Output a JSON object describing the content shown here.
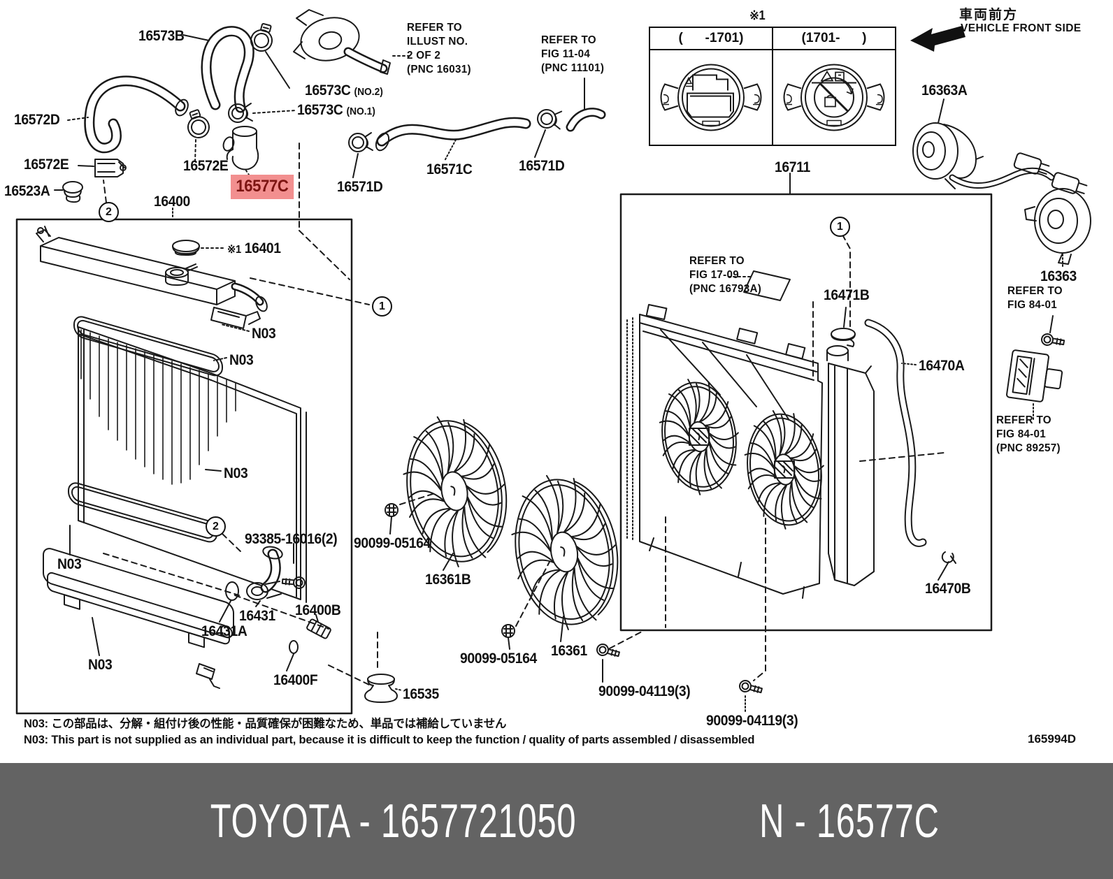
{
  "colors": {
    "line": "#1a1a1a",
    "highlight_bg": "#f28f8f",
    "highlight_text": "#7c1412",
    "banner_bg": "#636363",
    "banner_text": "#ffffff"
  },
  "banner": {
    "left": "TOYOTA - 1657721050",
    "right": "N - 16577C"
  },
  "doc_code": "165994D",
  "front_direction": {
    "jp": "車両前方",
    "en": "VEHICLE FRONT SIDE"
  },
  "cap_table": {
    "marker": "※1",
    "left_header": "(      -1701)",
    "right_header": "(1701-      )"
  },
  "footnotes": {
    "jp": "N03: この部品は、分解・組付け後の性能・品質確保が困難なため、単品では補給していません",
    "en": "N03: This part is not supplied as an individual part, because it is difficult to keep the function / quality of parts assembled / disassembled"
  },
  "callouts": {
    "one": "1",
    "two": "2"
  },
  "labels": {
    "p16573b": "16573B",
    "p16572d": "16572D",
    "p16572e": "16572E",
    "p16523a": "16523A",
    "p16400": "16400",
    "p16401_marker": "※1",
    "p16401": "16401",
    "p16577c": "16577C",
    "p16573c": "16573C",
    "no2": "(NO.2)",
    "no1": "(NO.1)",
    "p16571c": "16571C",
    "p16571d": "16571D",
    "p16711": "16711",
    "p16363a": "16363A",
    "p16363": "16363",
    "p16471b": "16471B",
    "p16470a": "16470A",
    "p16470b": "16470B",
    "n03": "N03",
    "p93385": "93385-16016(2)",
    "p16431": "16431",
    "p16431a": "16431A",
    "p16400b": "16400B",
    "p16400f": "16400F",
    "p16535": "16535",
    "p90099_05164": "90099-05164",
    "p16361b": "16361B",
    "p16361": "16361",
    "p90099_04119": "90099-04119(3)"
  },
  "refer_blocks": {
    "illust": "REFER TO\nILLUST NO.\n2 OF 2\n(PNC 16031)",
    "fig_11_04": "REFER TO\nFIG 11-04\n(PNC 11101)",
    "fig_17_09": "REFER TO\nFIG 17-09\n(PNC 16793A)",
    "fig_84_01": "REFER TO\nFIG 84-01",
    "fig_84_01_pnc": "REFER TO\nFIG 84-01\n(PNC 89257)"
  }
}
